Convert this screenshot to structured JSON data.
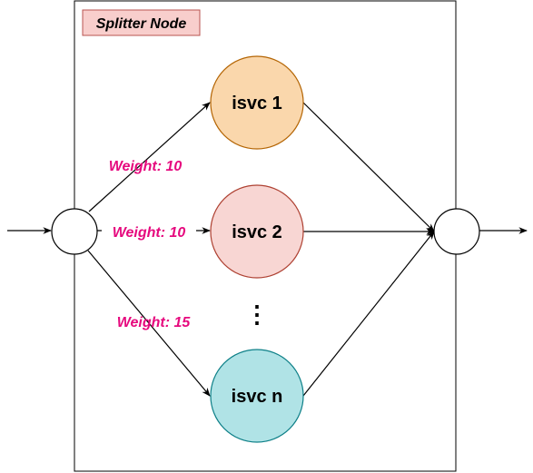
{
  "container": {
    "title": "Splitter Node"
  },
  "services": [
    {
      "label": "isvc 1",
      "fill": "#fad7ac",
      "stroke": "#b46504"
    },
    {
      "label": "isvc 2",
      "fill": "#f8d6d3",
      "stroke": "#ae4132"
    },
    {
      "label": "isvc n",
      "fill": "#b0e3e6",
      "stroke": "#0e8088"
    }
  ],
  "ellipsis": "⋮",
  "weights": [
    "Weight: 10",
    "Weight: 10",
    "Weight: 15"
  ],
  "colors": {
    "weight_text": "#e6097e",
    "title_fill": "#f8cecc",
    "title_stroke": "#b85450",
    "line": "#000000"
  }
}
